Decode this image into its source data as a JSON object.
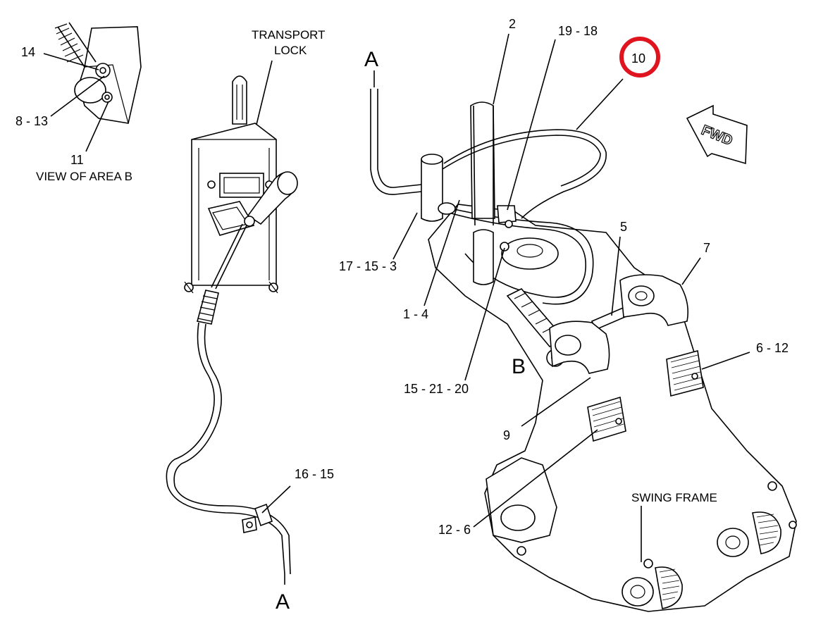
{
  "labels": {
    "transport_lock_1": "TRANSPORT",
    "transport_lock_2": "LOCK",
    "view_area_b_num": "11",
    "view_area_b": "VIEW OF AREA  B",
    "a_top": "A",
    "a_bottom": "A",
    "b_area": "B",
    "fwd": "FWD",
    "swing_frame": "SWING FRAME",
    "callouts": {
      "c14": "14",
      "c8_13": "8 - 13",
      "c2": "2",
      "c19_18": "19 - 18",
      "c10": "10",
      "c17_15_3": "17 - 15 - 3",
      "c1_4": "1 - 4",
      "c15_21_20": "15 - 21 - 20",
      "c5": "5",
      "c7": "7",
      "c6_12": "6 - 12",
      "c9": "9",
      "c16_15": "16 - 15",
      "c12_6": "12 - 6"
    }
  },
  "highlight_color": "#e0141e"
}
